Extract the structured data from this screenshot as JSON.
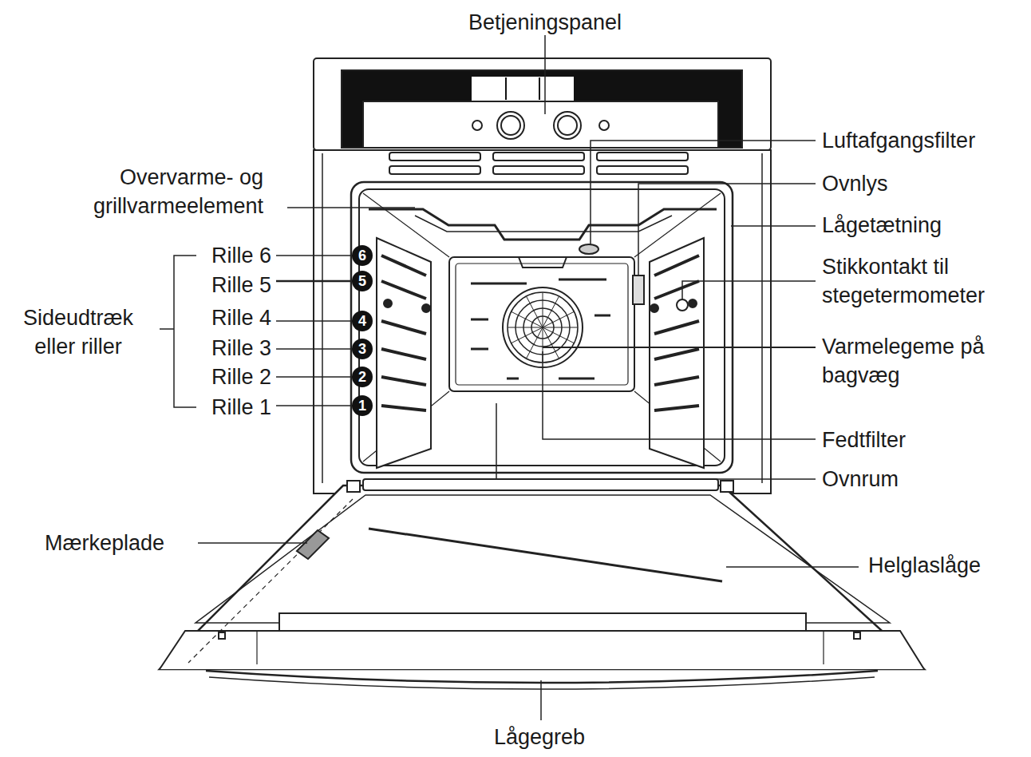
{
  "diagram": {
    "nodes": [
      {
        "text": [
          "6"
        ]
      },
      {
        "text": [
          "5"
        ]
      },
      {
        "text": [
          "4"
        ]
      },
      {
        "text": [
          "3"
        ]
      },
      {
        "text": [
          "2"
        ]
      },
      {
        "text": [
          "1"
        ]
      }
    ],
    "labels": [
      "Betjeningspanel",
      "Overvarme- og grillvarmeelement",
      "Rille 6",
      "Rille 5",
      "Rille 4",
      "Rille 3",
      "Rille 2",
      "Rille 1",
      "Sideudtræk eller riller",
      "Luftafgangsfilter",
      "Ovnlys",
      "Lågetætning",
      "Stikkontakt til stegetermometer",
      "Varmelegeme på bagvæg",
      "Fedtfilter",
      "Ovnrum",
      "Mærkeplade",
      "Helglaslåge",
      "Lågegreb"
    ]
  }
}
